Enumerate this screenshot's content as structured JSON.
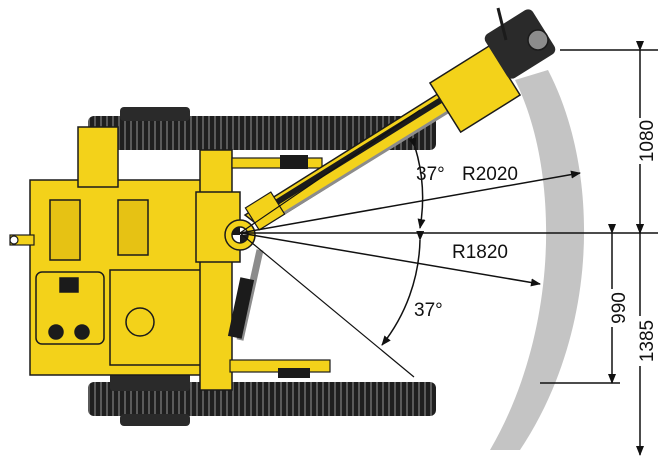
{
  "labels": {
    "angle_upper": "37°",
    "radius_upper": "R2020",
    "radius_lower": "R1820",
    "angle_lower": "37°"
  },
  "dimensions": {
    "upper_height": "1080",
    "lower_height_inner": "990",
    "lower_height_outer": "1385"
  },
  "colors": {
    "machine_yellow": "#f3d21a",
    "machine_dark": "#1b1b1b",
    "machine_grey": "#8c8c8c",
    "arc_band": "#c4c4c4",
    "line": "#111111"
  }
}
